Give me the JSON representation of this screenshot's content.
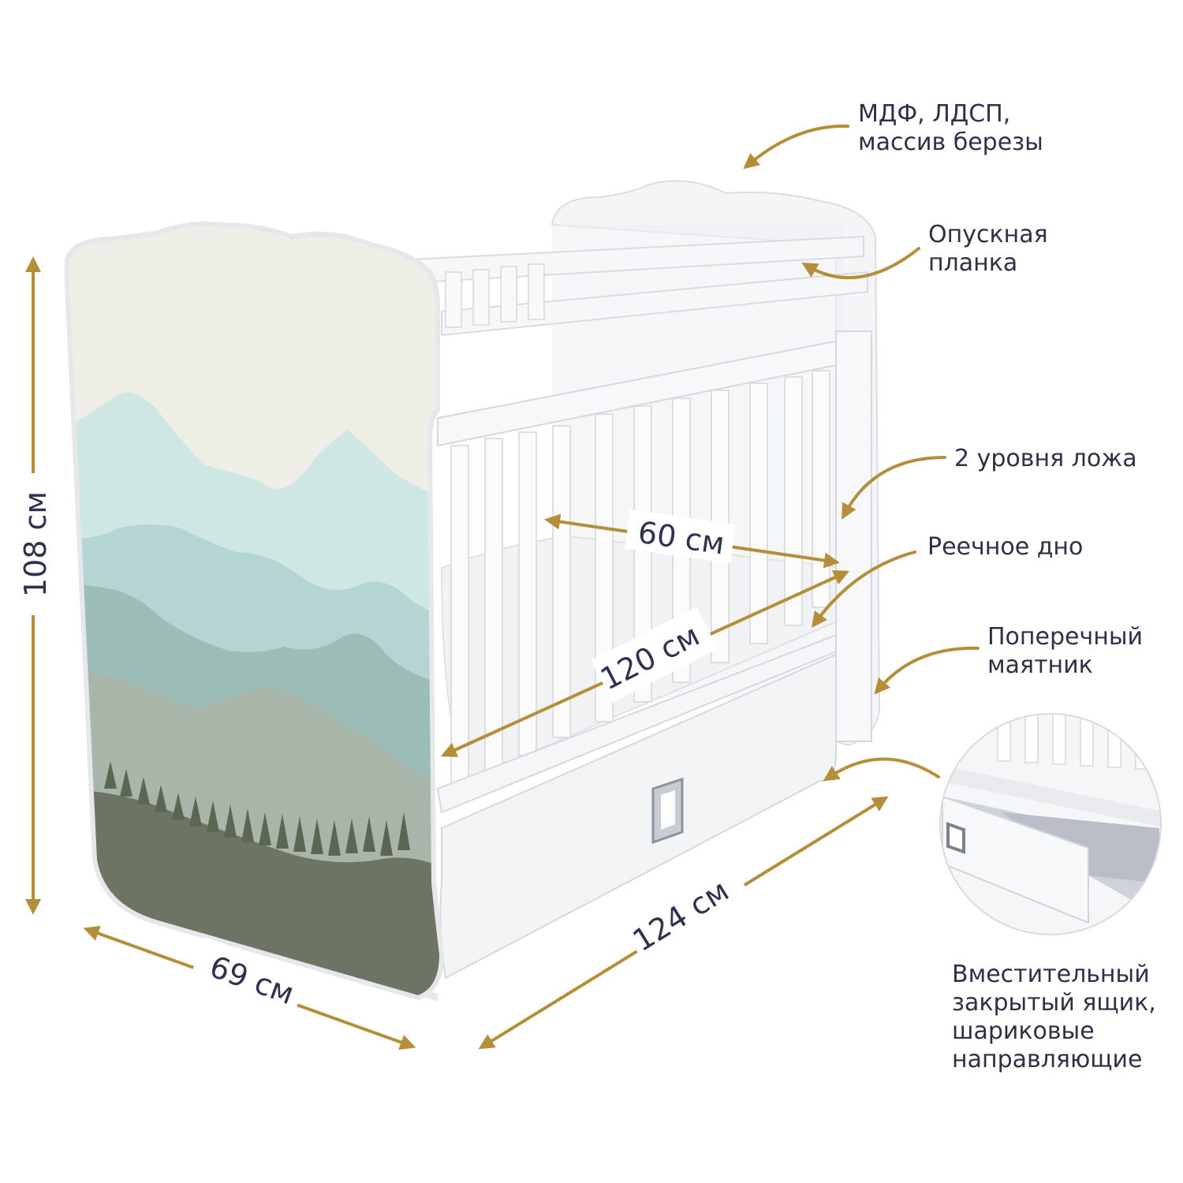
{
  "dimensions": {
    "height": "108 см",
    "depth": "69 см",
    "length": "124 см",
    "bed_width": "60 см",
    "bed_length": "120 см"
  },
  "features": {
    "material": "МДФ, ЛДСП,\nмассив березы",
    "drop_rail": "Опускная\nпланка",
    "levels": "2 уровня ложа",
    "slatted_base": "Реечное дно",
    "pendulum": "Поперечный\nмаятник",
    "drawer": "Вместительный\nзакрытый ящик,\nшариковые\nнаправляющие"
  },
  "colors": {
    "accent_gold": "#b58e3a",
    "text_navy": "#2e3250"
  }
}
